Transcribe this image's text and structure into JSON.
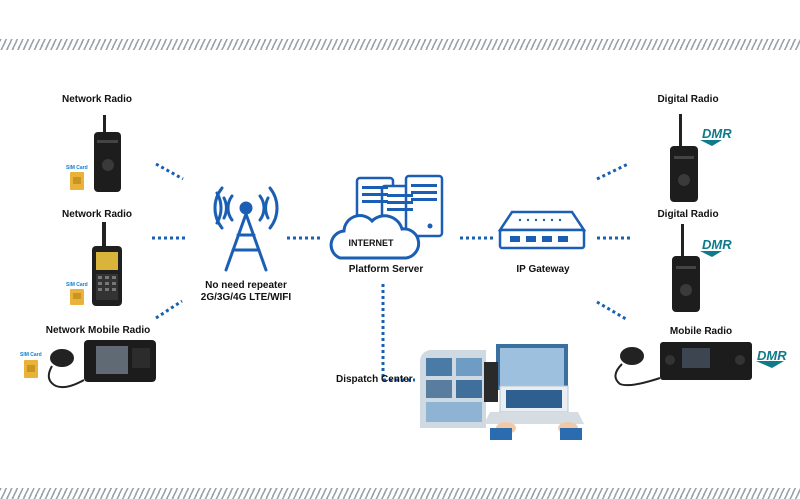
{
  "nodes": {
    "network_radio_1": "Network Radio",
    "network_radio_2": "Network Radio",
    "network_mobile_radio": "Network Mobile Radio",
    "tower_line1": "No need repeater",
    "tower_line2": "2G/3G/4G LTE/WIFI",
    "internet": "INTERNET",
    "platform_server": "Platform Server",
    "ip_gateway": "IP Gateway",
    "digital_radio_1": "Digital Radio",
    "digital_radio_2": "Digital Radio",
    "mobile_radio": "Mobile Radio",
    "dispatch_center": "Dispatch Center"
  },
  "badges": {
    "sim_card": "SIM Card",
    "dmr": "DMR"
  },
  "colors": {
    "accent_blue": "#1a5fb4",
    "dmr_teal": "#0f7b8a",
    "dark_gray": "#2b2b2b"
  }
}
